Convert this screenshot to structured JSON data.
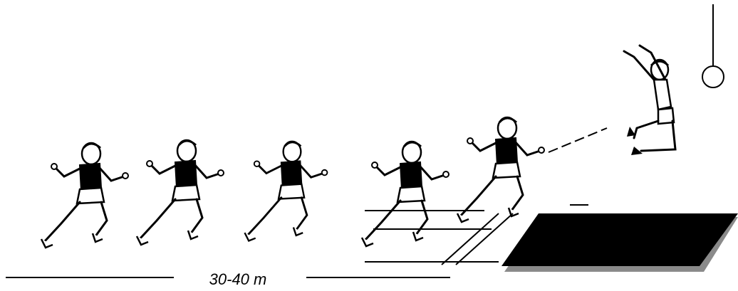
{
  "diagram": {
    "distance_label": "30-40 m",
    "runner_count": 5,
    "jumper_count": 1,
    "colors": {
      "ink": "#000000",
      "paper": "#ffffff",
      "sand_pit": "#000000",
      "pit_shadow": "#8a8a8a"
    }
  }
}
